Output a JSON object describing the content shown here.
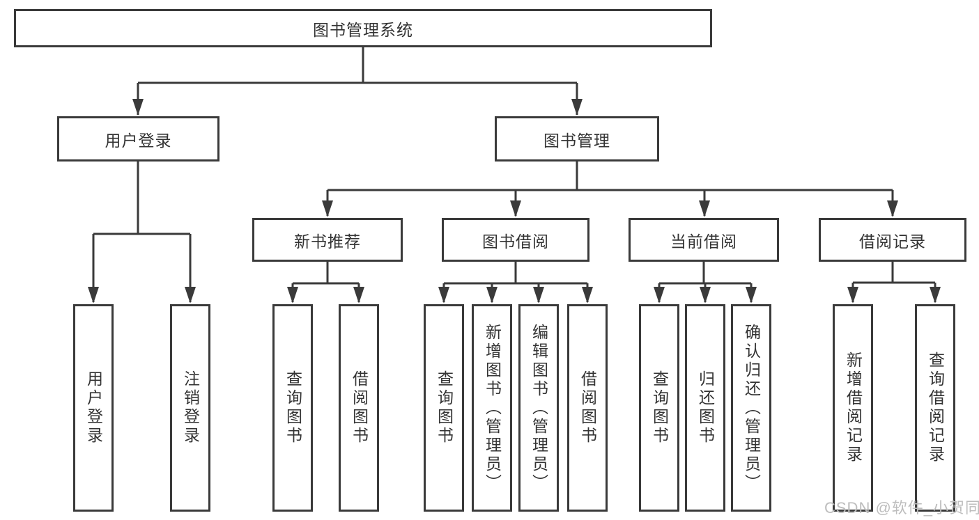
{
  "nodes": {
    "root": "图书管理系统",
    "user_login": "用户登录",
    "book_mgmt": "图书管理",
    "new_books": "新书推荐",
    "book_borrow": "图书借阅",
    "current_borrow": "当前借阅",
    "borrow_records": "借阅记录"
  },
  "leaves": [
    {
      "label": "用户登录"
    },
    {
      "label": "注销登录"
    },
    {
      "label": "查询图书"
    },
    {
      "label": "借阅图书"
    },
    {
      "label": "查询图书"
    },
    {
      "label": "新增图书（管理员）"
    },
    {
      "label": "编辑图书（管理员）"
    },
    {
      "label": "借阅图书"
    },
    {
      "label": "查询图书"
    },
    {
      "label": "归还图书"
    },
    {
      "label": "确认归还（管理员）"
    },
    {
      "label": "新增借阅记录"
    },
    {
      "label": "查询借阅记录"
    }
  ],
  "watermark": "CSDN @软件_小贺同学",
  "colors": {
    "line": "#3a3a3a",
    "box_fill": "#ffffff",
    "text": "#333333",
    "watermark": "#bdbdbd"
  }
}
